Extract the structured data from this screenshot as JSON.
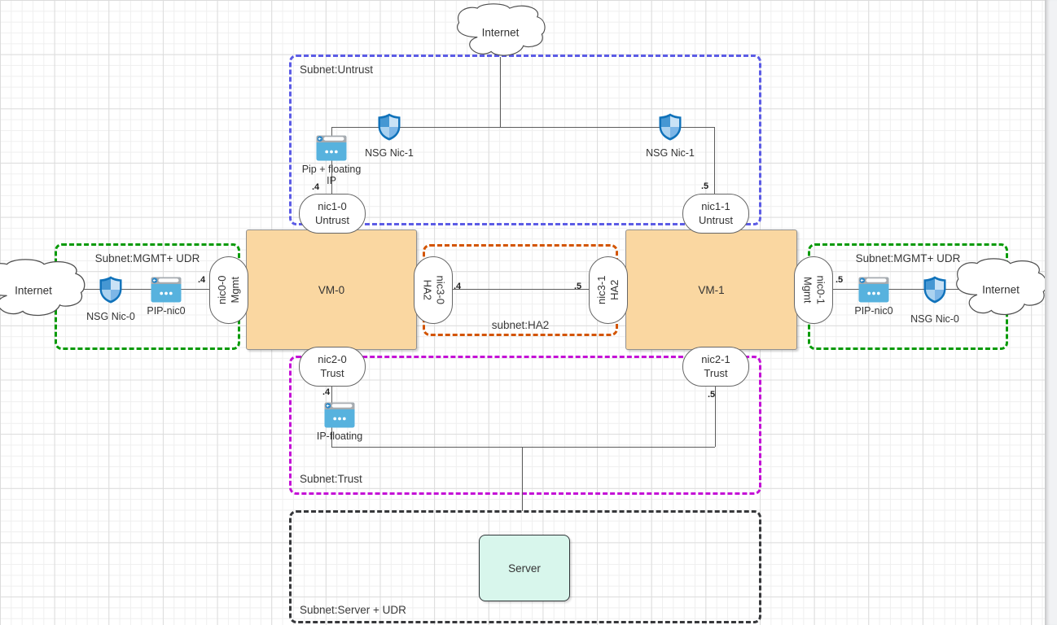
{
  "subnets": {
    "untrust": {
      "label": "Subnet:Untrust",
      "color": "#5C5CE6"
    },
    "mgmt_left": {
      "label": "Subnet:MGMT+ UDR",
      "color": "#069A06"
    },
    "mgmt_right": {
      "label": "Subnet:MGMT+ UDR",
      "color": "#069A06"
    },
    "ha2": {
      "label": "subnet:HA2",
      "color": "#D35400"
    },
    "trust": {
      "label": "Subnet:Trust",
      "color": "#C411D6"
    },
    "server": {
      "label": "Subnet:Server + UDR",
      "color": "#37383B"
    }
  },
  "clouds": {
    "top": {
      "label": "Internet"
    },
    "left": {
      "label": "Internet"
    },
    "right": {
      "label": "Internet"
    }
  },
  "vms": {
    "vm0": {
      "label": "VM-0",
      "fill": "#FAD7A1"
    },
    "vm1": {
      "label": "VM-1",
      "fill": "#FAD7A1"
    }
  },
  "server_box": {
    "label": "Server",
    "fill": "#D8F6EC",
    "border": "#2F3437"
  },
  "nics": {
    "nic1_0": {
      "label": "nic1-0\nUntrust"
    },
    "nic1_1": {
      "label": "nic1-1\nUntrust"
    },
    "nic0_0": {
      "label": "nic0-0\nMgmt"
    },
    "nic0_1": {
      "label": "nic0-1\nMgmt"
    },
    "nic3_0": {
      "label": "nic3-0\nHA2"
    },
    "nic3_1": {
      "label": "nic3-1\nHA2"
    },
    "nic2_0": {
      "label": "nic2-0\nTrust"
    },
    "nic2_1": {
      "label": "nic2-1\nTrust"
    }
  },
  "nsg": {
    "untrust_left": {
      "label": "NSG Nic-1"
    },
    "untrust_right": {
      "label": "NSG Nic-1"
    },
    "mgmt_left": {
      "label": "NSG Nic-0"
    },
    "mgmt_right": {
      "label": "NSG Nic-0"
    }
  },
  "pip": {
    "untrust": {
      "label": "Pip + floating\nIP"
    },
    "mgmt_left": {
      "label": "PIP-nic0"
    },
    "mgmt_right": {
      "label": "PIP-nic0"
    },
    "trust": {
      "label": "IP-floating"
    }
  },
  "ip_labels": {
    "untrust_left": ".4",
    "untrust_right": ".5",
    "mgmt_left": ".4",
    "mgmt_right": ".5",
    "ha2_left": ".4",
    "ha2_right": ".5",
    "trust_left": ".4",
    "trust_right": ".5"
  }
}
